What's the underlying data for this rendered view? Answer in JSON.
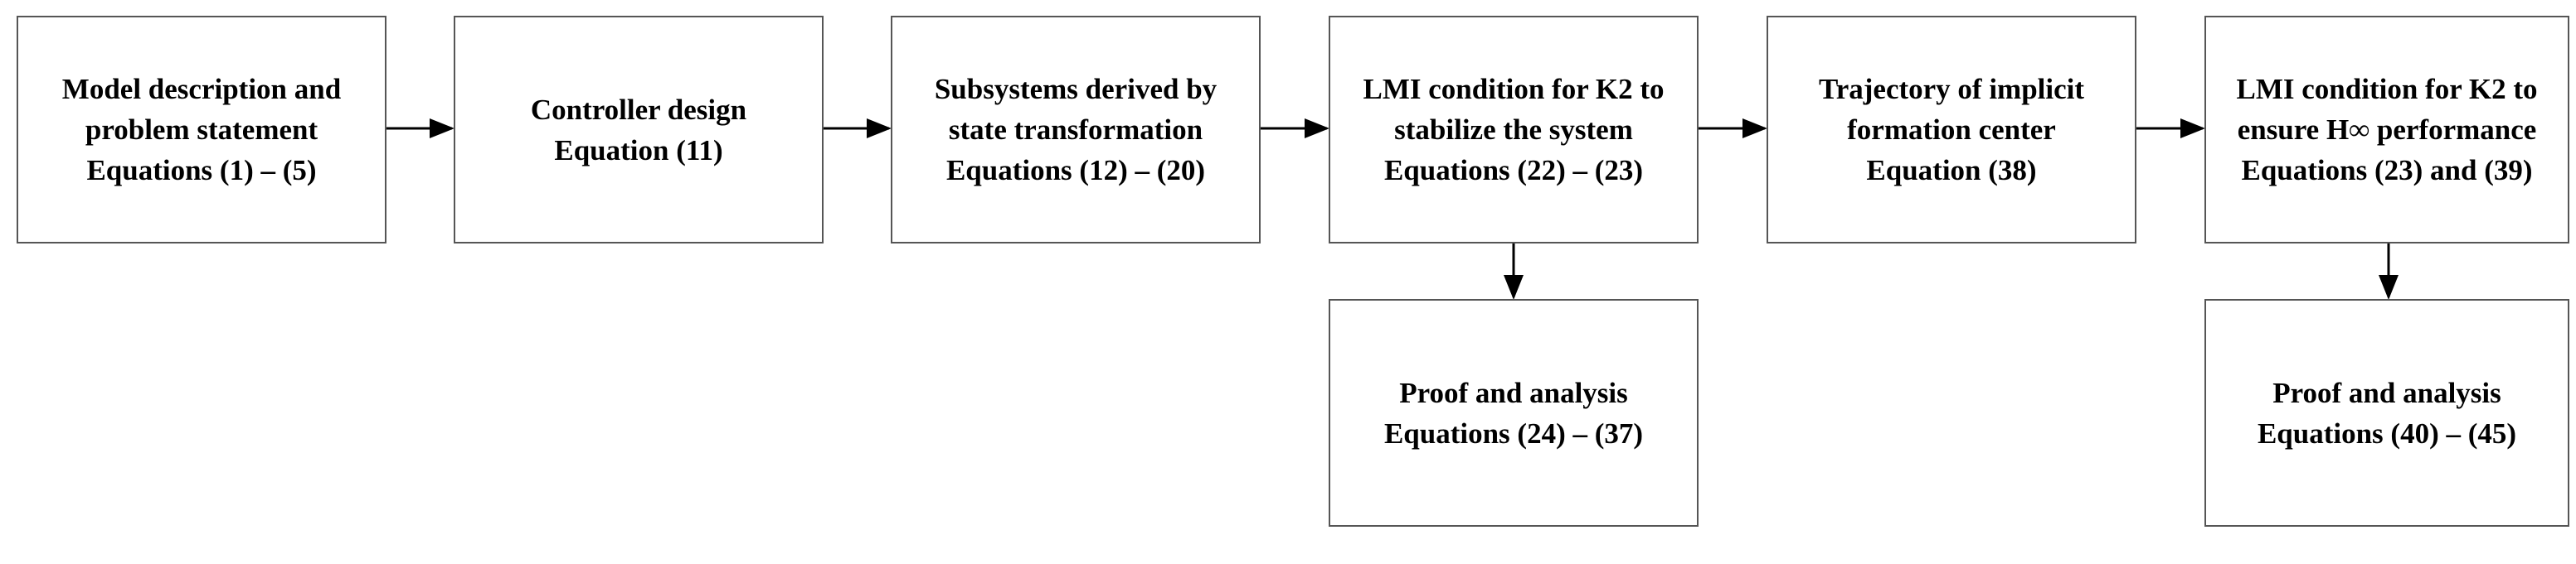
{
  "boxes": {
    "model": [
      "Model description and",
      "problem statement",
      "Equations (1) – (5)"
    ],
    "controller": [
      "Controller design",
      "Equation (11)"
    ],
    "subsystems": [
      "Subsystems derived by",
      "state transformation",
      "Equations (12) – (20)"
    ],
    "lmi_stabilize": [
      "LMI condition for K2 to",
      "stabilize the system",
      "Equations (22) – (23)"
    ],
    "trajectory": [
      "Trajectory of implicit",
      "formation center",
      "Equation (38)"
    ],
    "lmi_hinf": [
      "LMI condition for K2 to",
      "ensure H∞ performance",
      "Equations (23) and (39)"
    ],
    "proof_1": [
      "Proof and analysis",
      "Equations (24) – (37)"
    ],
    "proof_2": [
      "Proof and analysis",
      "Equations (40) – (45)"
    ]
  },
  "colors": {
    "border": "#555555",
    "arrow": "#000000",
    "text": "#000000",
    "background": "#ffffff"
  }
}
